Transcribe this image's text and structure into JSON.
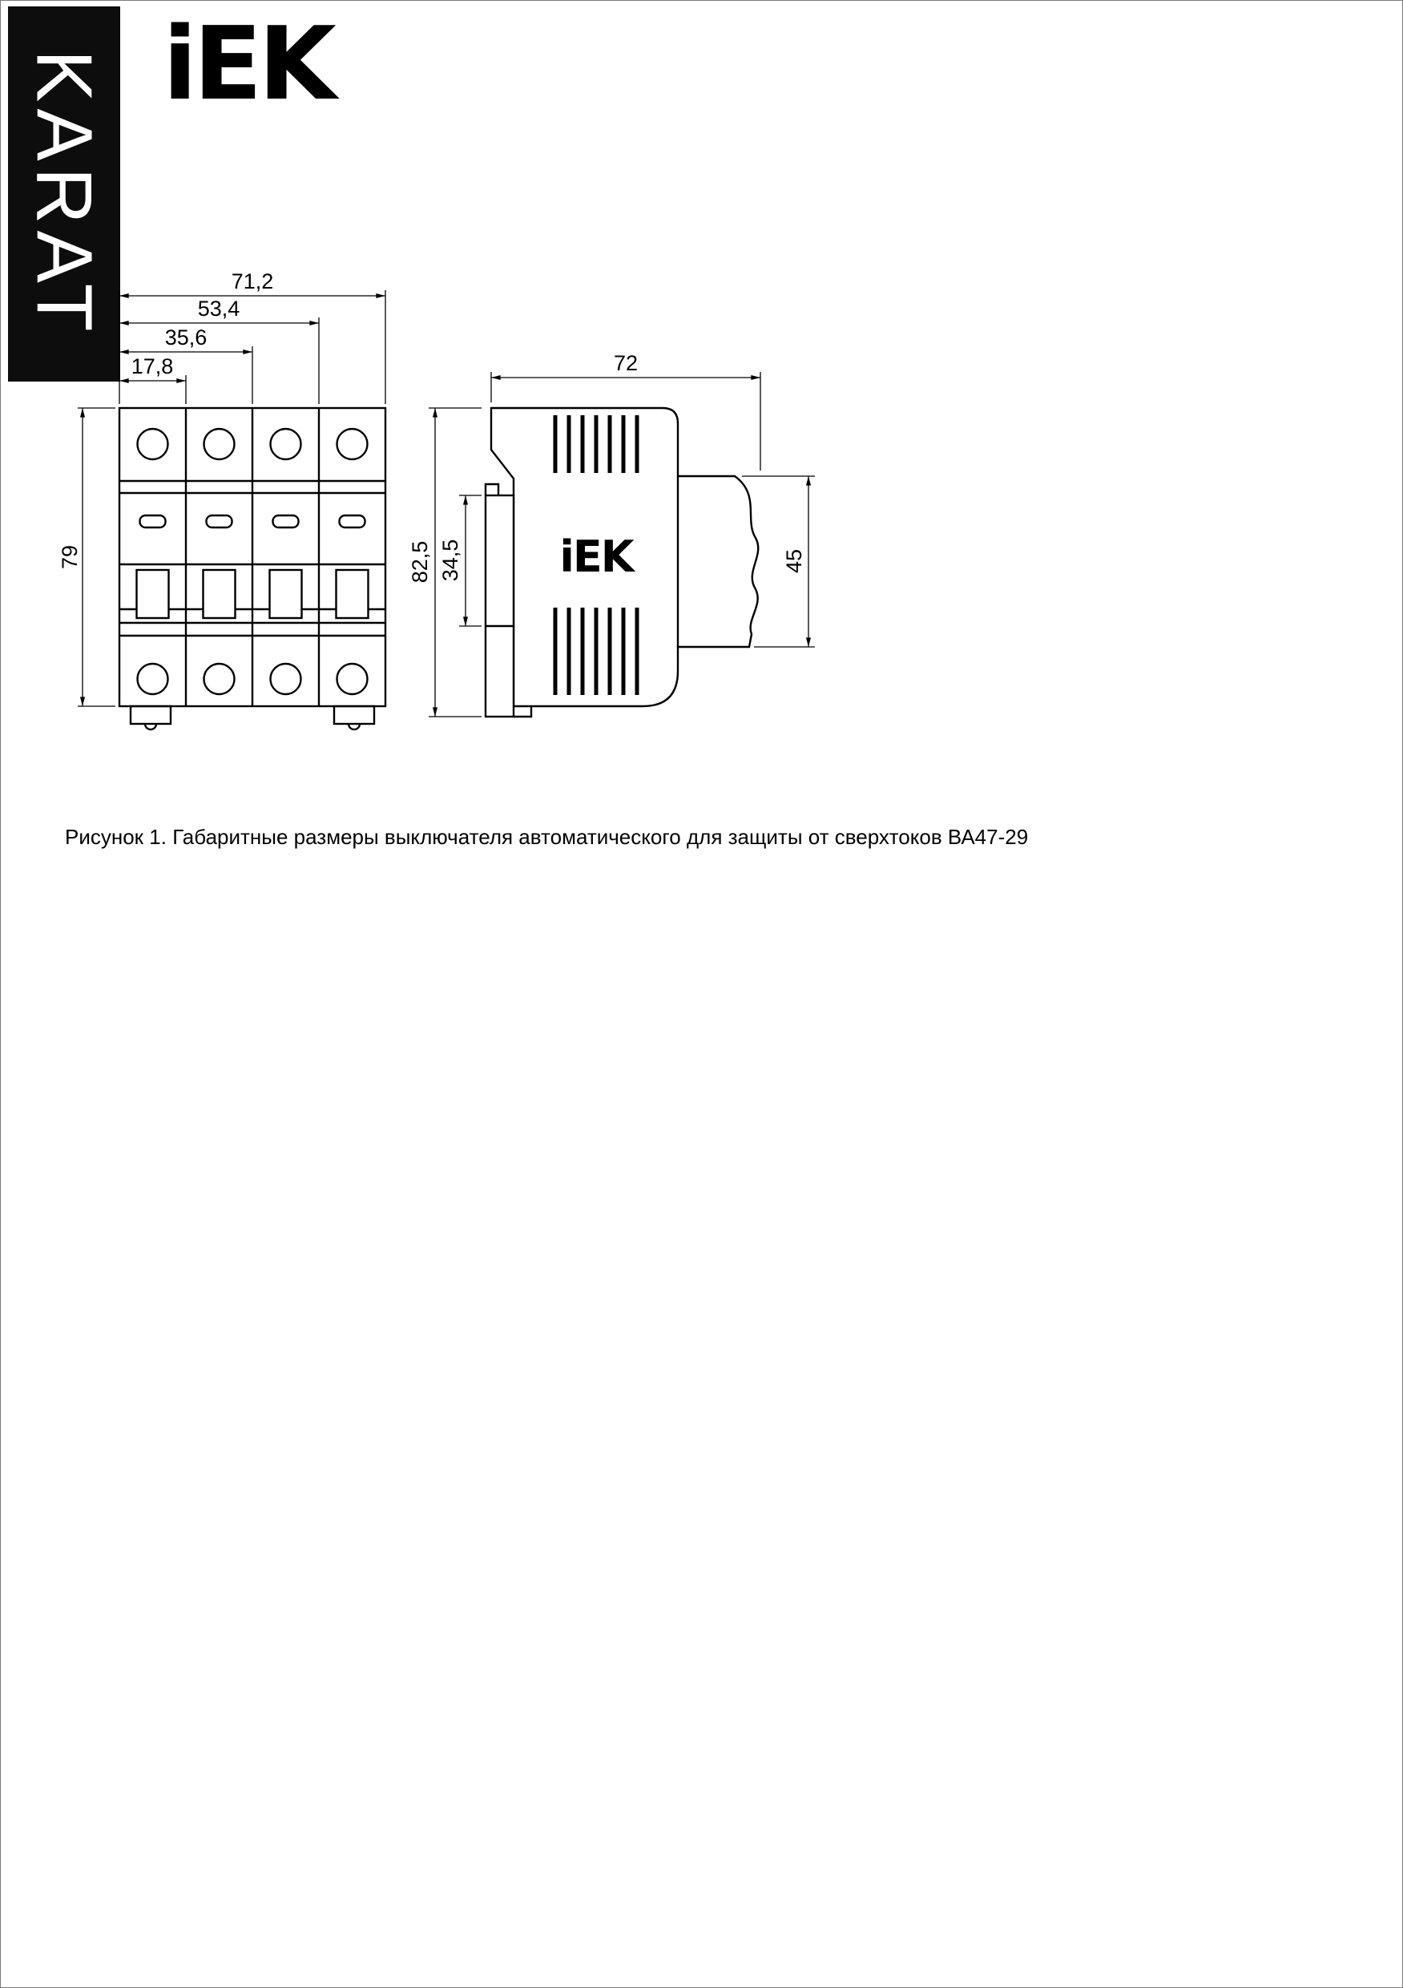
{
  "brand": {
    "vertical_label": "KARAT",
    "logo_text": "iEK"
  },
  "figure": {
    "caption": "Рисунок 1. Габаритные размеры выключателя автоматического для защиты от сверхтоков ВА47-29"
  },
  "front_view": {
    "dim_width_total": "71,2",
    "dim_width_3mod": "53,4",
    "dim_width_2mod": "35,6",
    "dim_width_1mod": "17,8",
    "dim_height": "79"
  },
  "side_view": {
    "dim_width": "72",
    "dim_height_total": "82,5",
    "dim_din_zone": "34,5",
    "dim_terminal_height": "45",
    "embossed_logo": "iEK"
  }
}
